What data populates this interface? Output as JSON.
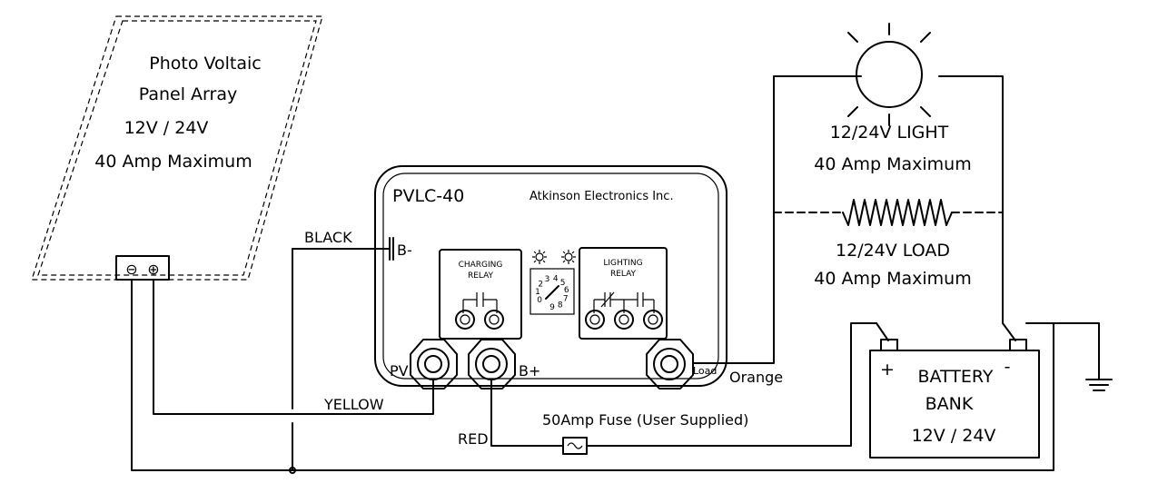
{
  "panel": {
    "line1": "Photo Voltaic",
    "line2": "Panel Array",
    "line3": "12V / 24V",
    "line4": "40 Amp Maximum",
    "minus": "⊖",
    "plus": "⊕"
  },
  "controller": {
    "model": "PVLC-40",
    "maker": "Atkinson Electronics Inc.",
    "bminus": "B-",
    "pv": "PV",
    "bplus": "B+",
    "load": "Load",
    "charging_relay_l1": "CHARGING",
    "charging_relay_l2": "RELAY",
    "lighting_relay_l1": "LIGHTING",
    "lighting_relay_l2": "RELAY",
    "dial_digits": "0123456789"
  },
  "wires": {
    "black": "BLACK",
    "yellow": "YELLOW",
    "red": "RED",
    "orange": "Orange"
  },
  "fuse": {
    "label": "50Amp Fuse (User Supplied)"
  },
  "light": {
    "line1": "12/24V LIGHT",
    "line2": "40 Amp Maximum"
  },
  "load": {
    "line1": "12/24V LOAD",
    "line2": "40 Amp Maximum"
  },
  "battery": {
    "plus": "+",
    "minus": "-",
    "line1": "BATTERY",
    "line2": "BANK",
    "line3": "12V / 24V"
  }
}
